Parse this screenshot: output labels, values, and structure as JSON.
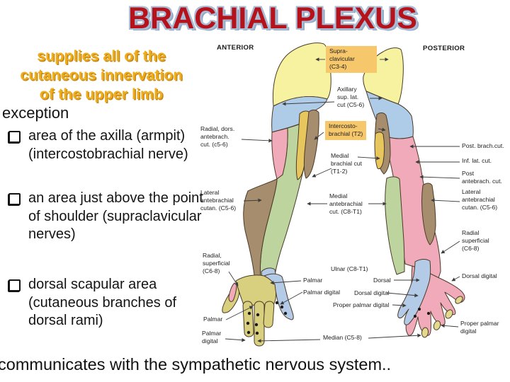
{
  "slide": {
    "title": "BRACHIAL PLEXUS",
    "heading": "supplies all of the\ncutaneous innervation\nof the upper limb",
    "exception_label": "exception",
    "bullets": [
      "area of the axilla (armpit)\n(intercostobrachial nerve)",
      "an area just above the point\nof shoulder (supraclavicular\nnerves)",
      "dorsal scapular area\n(cutaneous branches of\ndorsal rami)"
    ],
    "footer": "communicates with the sympathetic nervous system.."
  },
  "diagram": {
    "labels": {
      "anterior": "ANTERIOR",
      "posterior": "POSTERIOR",
      "supraclavicular": "Supra-\nclavicular\n(C3-4)",
      "axillary": "Axillary\nsup. lat.\ncut (C5-6)",
      "intercostobrachial": "Intercosto-\nbrachial (T2)",
      "medial_brachial": "Medial\nbrachial cut\n(T1-2)",
      "medial_antebrachial": "Medial\nantebrachial\ncut. (C8-T1)",
      "radial_dorsal": "Radial, dors.\nantebrach.\ncut. (c5-6)",
      "lateral_antebrachial_ant": "Lateral\nantebrachial\ncutan. (C5-6)",
      "radial_superficial_ant": "Radial,\nsuperficial\n(C6-8)",
      "palmar_thenar": "Palmar",
      "palmar_digital_thenar": "Palmar\ndigital",
      "palmar_ulnar": "Palmar",
      "palmar_digital_ulnar": "Palmar digital",
      "ulnar": "Ulnar (C8-T1)",
      "dorsal": "Dorsal",
      "dorsal_digital_mid": "Dorsal digital",
      "proper_palmar_digital_mid": "Proper palmar digital",
      "median": "Median (C5-8)",
      "post_brachial": "Post. brach.cut.",
      "inf_lateral": "Inf. lat. cut.",
      "post_antebrachial": "Post\nantebrach. cut.",
      "lateral_antebrachial_post": "Lateral\nantebrachial\ncutan. (C5-6)",
      "radial_superficial_post": "Radial\nsuperficial\n(C6-8)",
      "dorsal_digital_post": "Dorsal digital",
      "proper_palmar_digital_post": "Proper palmar\ndigital"
    }
  },
  "colors": {
    "title_red": "#b5121b",
    "title_outline": "#a9bdd6",
    "heading_gold": "#f0ad1b",
    "text_black": "#141414",
    "highlight_box": "#f6c76b",
    "region_yellow": "#f7f2a0",
    "region_blue": "#aecbe8",
    "region_pink": "#f0aab9",
    "region_green": "#bdd49f",
    "region_brown": "#a68d6d",
    "region_gold": "#e8c65e",
    "region_hand_yellow": "#d8d07e",
    "region_hand_blue": "#b3cbe6",
    "fingertip_yellow": "#e3d98c"
  }
}
